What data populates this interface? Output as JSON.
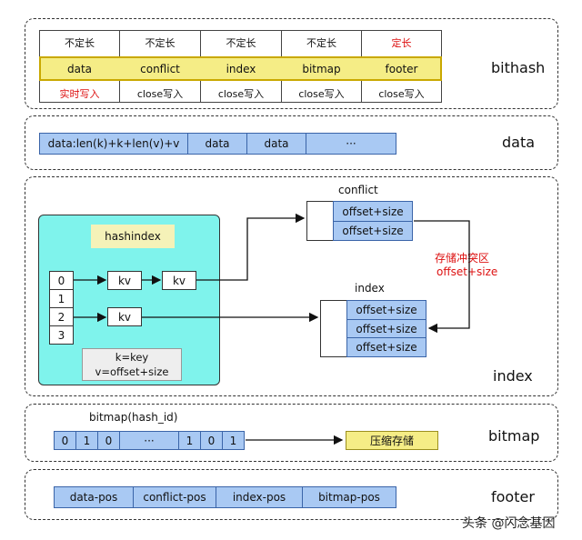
{
  "bithash": {
    "label": "bithash",
    "top_labels": [
      "不定长",
      "不定长",
      "不定长",
      "不定长",
      "定长"
    ],
    "cells": [
      "data",
      "conflict",
      "index",
      "bitmap",
      "footer"
    ],
    "bottom_labels": [
      "实时写入",
      "close写入",
      "close写入",
      "close写入",
      "close写入"
    ]
  },
  "data": {
    "label": "data",
    "cells": [
      "data:len(k)+k+len(v)+v",
      "data",
      "data",
      "···"
    ]
  },
  "index": {
    "label": "index",
    "hashindex_title": "hashindex",
    "slots": [
      "0",
      "1",
      "2",
      "3"
    ],
    "kv": [
      "kv",
      "kv",
      "kv"
    ],
    "legend_line1": "k=key",
    "legend_line2": "v=offset+size",
    "conflict_title": "conflict",
    "conflict_rows": [
      "offset+size",
      "offset+size"
    ],
    "index_title": "index",
    "index_rows": [
      "offset+size",
      "offset+size",
      "offset+size"
    ],
    "note_line1": "存储冲突区",
    "note_line2": "offset+size"
  },
  "bitmap": {
    "label": "bitmap",
    "title": "bitmap(hash_id)",
    "bits": [
      "0",
      "1",
      "0",
      "···",
      "1",
      "0",
      "1"
    ],
    "compressed": "压缩存储"
  },
  "footer": {
    "label": "footer",
    "cells": [
      "data-pos",
      "conflict-pos",
      "index-pos",
      "bitmap-pos"
    ]
  },
  "watermark": "头条 @闪念基因",
  "colors": {
    "blue": "#a9c9f3",
    "yellow": "#f5ed86",
    "cyan": "#7ff3ec",
    "red": "#d11111"
  }
}
